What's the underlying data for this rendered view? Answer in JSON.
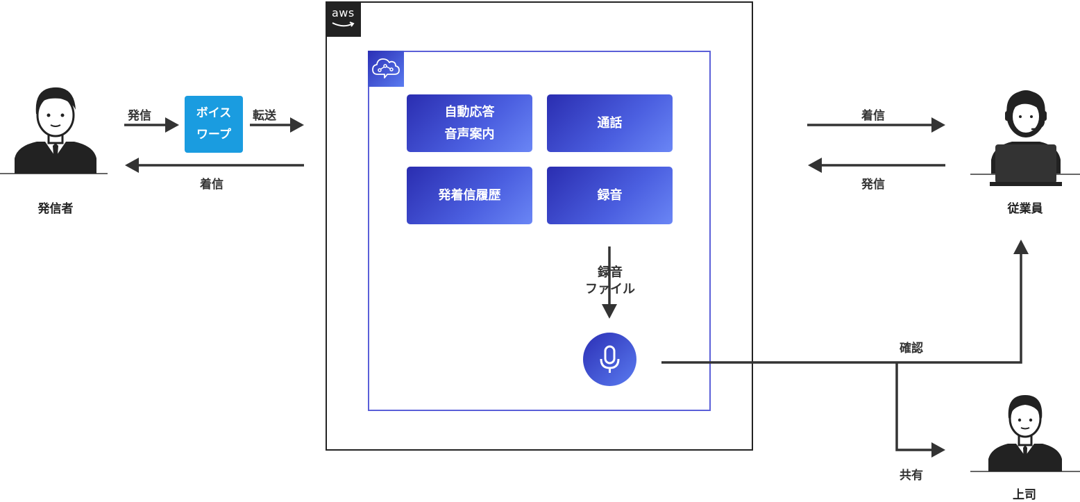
{
  "aws": {
    "logo_text": "aws"
  },
  "connect": {
    "icon": "amazon-connect-icon"
  },
  "features": [
    {
      "label_line1": "自動応答",
      "label_line2": "音声案内"
    },
    {
      "label": "通話"
    },
    {
      "label": "発着信履歴"
    },
    {
      "label": "録音"
    }
  ],
  "recording": {
    "line1": "録音",
    "line2": "ファイル",
    "icon": "microphone-icon"
  },
  "voicewarp": {
    "line1": "ボイス",
    "line2": "ワープ"
  },
  "people": {
    "caller": "発信者",
    "employee": "従業員",
    "boss": "上司"
  },
  "arrows": {
    "caller_out": "発信",
    "forward": "転送",
    "caller_in": "着信",
    "employee_in": "着信",
    "employee_out": "発信",
    "confirm": "確認",
    "share": "共有"
  },
  "colors": {
    "accent_gradient_start": "#2a2db0",
    "accent_gradient_end": "#6a86f5",
    "voicewarp_blue": "#1a9ce0",
    "connect_border": "#5a5fd8",
    "arrow": "#333333"
  }
}
